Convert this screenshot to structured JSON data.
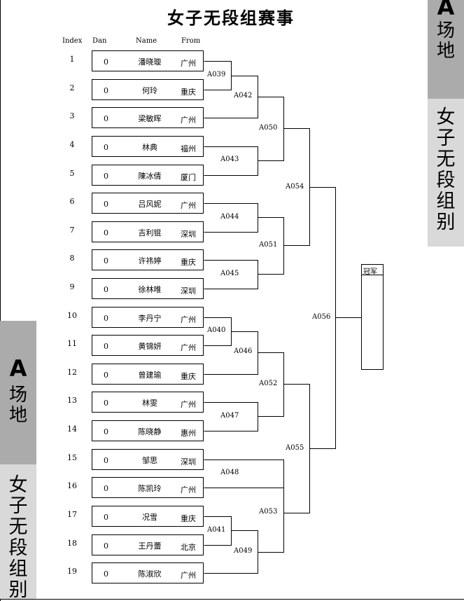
{
  "title": "女子无段组赛事",
  "sidebar": {
    "venue_letter": "A",
    "venue_text": "场地",
    "category": "女子无段组别"
  },
  "headers": {
    "index": "Index",
    "dan": "Dan",
    "name": "Name",
    "from": "From"
  },
  "players": [
    {
      "index": "1",
      "dan": "0",
      "name": "潘晓璇",
      "from": "广州"
    },
    {
      "index": "2",
      "dan": "0",
      "name": "何玲",
      "from": "重庆"
    },
    {
      "index": "3",
      "dan": "0",
      "name": "梁敏晖",
      "from": "广州"
    },
    {
      "index": "4",
      "dan": "0",
      "name": "林典",
      "from": "福州"
    },
    {
      "index": "5",
      "dan": "0",
      "name": "陳冰倩",
      "from": "厦门"
    },
    {
      "index": "6",
      "dan": "0",
      "name": "吕风妮",
      "from": "广州"
    },
    {
      "index": "7",
      "dan": "0",
      "name": "吉利锟",
      "from": "深圳"
    },
    {
      "index": "8",
      "dan": "0",
      "name": "许祎婷",
      "from": "重庆"
    },
    {
      "index": "9",
      "dan": "0",
      "name": "徐林唯",
      "from": "深圳"
    },
    {
      "index": "10",
      "dan": "0",
      "name": "李丹宁",
      "from": "广州"
    },
    {
      "index": "11",
      "dan": "0",
      "name": "黄锦妍",
      "from": "广州"
    },
    {
      "index": "12",
      "dan": "0",
      "name": "曾建瑜",
      "from": "重庆"
    },
    {
      "index": "13",
      "dan": "0",
      "name": "林雯",
      "from": "广州"
    },
    {
      "index": "14",
      "dan": "0",
      "name": "陈晓静",
      "from": "惠州"
    },
    {
      "index": "15",
      "dan": "0",
      "name": "邹思",
      "from": "深圳"
    },
    {
      "index": "16",
      "dan": "0",
      "name": "陈凯玲",
      "from": "广州"
    },
    {
      "index": "17",
      "dan": "0",
      "name": "况雪",
      "from": "重庆"
    },
    {
      "index": "18",
      "dan": "0",
      "name": "王丹蕾",
      "from": "北京"
    },
    {
      "index": "19",
      "dan": "0",
      "name": "陈淑欣",
      "from": "广州"
    }
  ],
  "matches": {
    "m039": "A039",
    "m040": "A040",
    "m041": "A041",
    "m042": "A042",
    "m043": "A043",
    "m044": "A044",
    "m045": "A045",
    "m046": "A046",
    "m047": "A047",
    "m048": "A048",
    "m049": "A049",
    "m050": "A050",
    "m051": "A051",
    "m052": "A052",
    "m053": "A053",
    "m054": "A054",
    "m055": "A055",
    "m056": "A056"
  },
  "champion_label": "冠军"
}
